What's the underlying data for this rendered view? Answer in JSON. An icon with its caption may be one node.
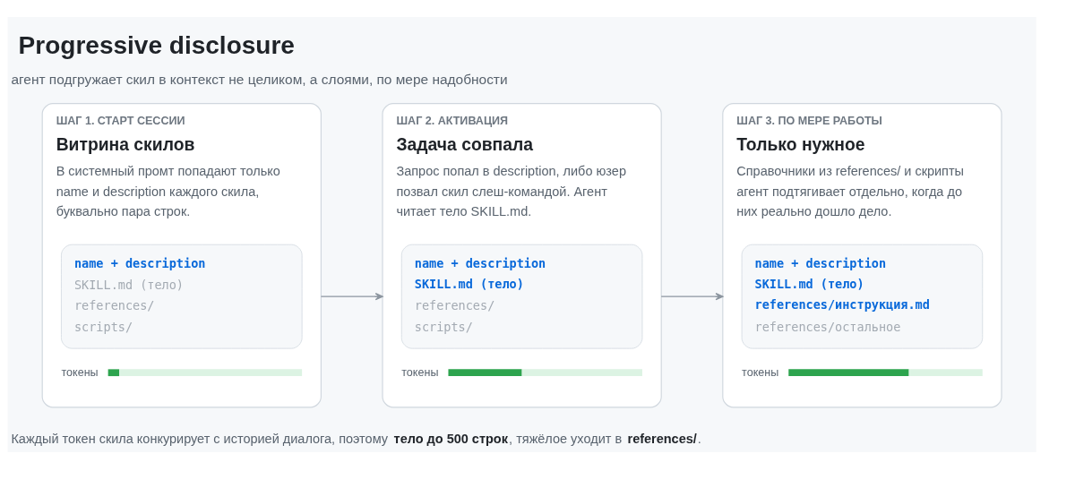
{
  "diagram": {
    "title": "Progressive disclosure",
    "caption": "Каждый токен скила конкурирует с историей диалога, поэтому **тело до 500 строк**, тяжёлое уходит в **references/**.",
    "nodes": [
      {
        "text": [
          "ШАГ 1. СТАРТ СЕССИИ",
          "Витрина скилов",
          "В системный промт попадают только name и description каждого скила, буквально пара строк."
        ]
      },
      {
        "text": [
          "name + description",
          "SKILL.md (тело)",
          "references/",
          "scripts/"
        ],
        "in": 0
      },
      {
        "text": [],
        "shape": "bar",
        "in": 0,
        "beside": [
          "токены"
        ]
      },
      {
        "text": [
          "ШАГ 2. АКТИВАЦИЯ",
          "Задача совпала",
          "Запрос попал в description, либо юзер позвал скил слеш-командой. Агент читает тело SKILL.md."
        ]
      },
      {
        "text": [
          "name + description",
          "SKILL.md (тело)",
          "references/",
          "scripts/"
        ],
        "in": 3
      },
      {
        "text": [],
        "shape": "bar",
        "in": 3,
        "beside": [
          "токены"
        ]
      },
      {
        "text": [
          "ШАГ 3. ПО МЕРЕ РАБОТЫ",
          "Только нужное",
          "Справочники из references/ и скрипты агент подтягивает отдельно, когда до них реально дошло дело."
        ]
      },
      {
        "text": [
          "name + description",
          "SKILL.md (тело)",
          "references/инструкция.md",
          "references/остальное"
        ],
        "in": 6
      },
      {
        "text": [],
        "shape": "bar",
        "in": 6,
        "beside": [
          "токены"
        ]
      }
    ],
    "edges": [
      {
        "from": 0,
        "to": 3,
        "arrow": "to"
      },
      {
        "from": 3,
        "to": 6,
        "arrow": "to"
      }
    ],
    "labels": [
      "агент подгружает скил в контекст не целиком, а слоями, по мере надобности"
    ]
  }
}
